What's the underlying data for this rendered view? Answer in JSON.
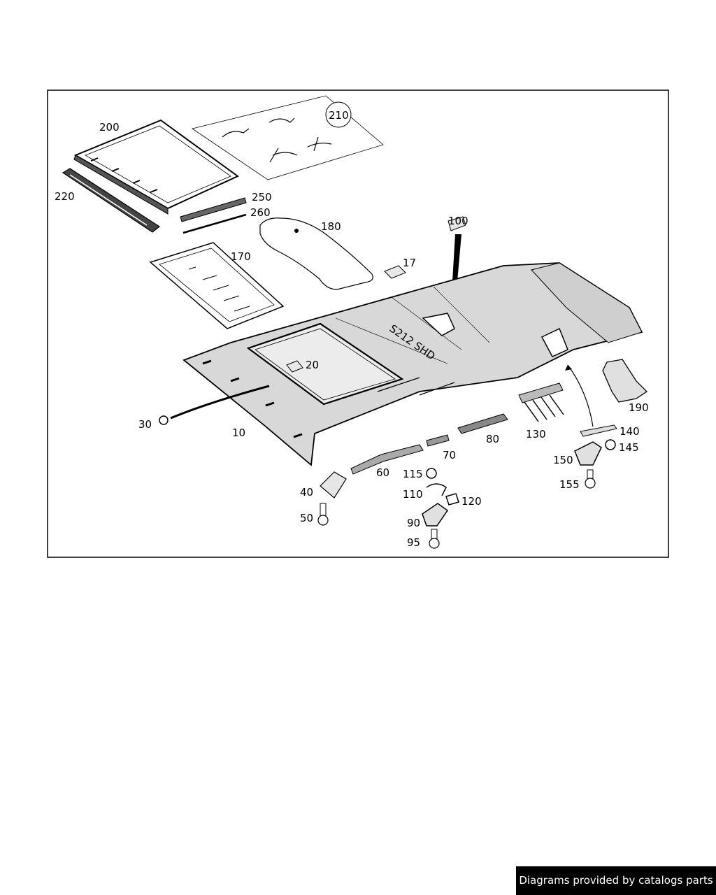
{
  "diagram": {
    "labels": {
      "l10": "10",
      "l17": "17",
      "l20": "20",
      "l30": "30",
      "l40": "40",
      "l50": "50",
      "l60": "60",
      "l70": "70",
      "l80": "80",
      "l90": "90",
      "l95": "95",
      "l100": "100",
      "l110": "110",
      "l115": "115",
      "l120": "120",
      "l130": "130",
      "l140": "140",
      "l145": "145",
      "l150": "150",
      "l155": "155",
      "l170": "170",
      "l180": "180",
      "l190": "190",
      "l200": "200",
      "l210": "210",
      "l220": "220",
      "l250": "250",
      "l260": "260"
    },
    "roof_text": "S212 SHD"
  },
  "footer": {
    "text": "Diagrams provided by catalogs parts"
  }
}
